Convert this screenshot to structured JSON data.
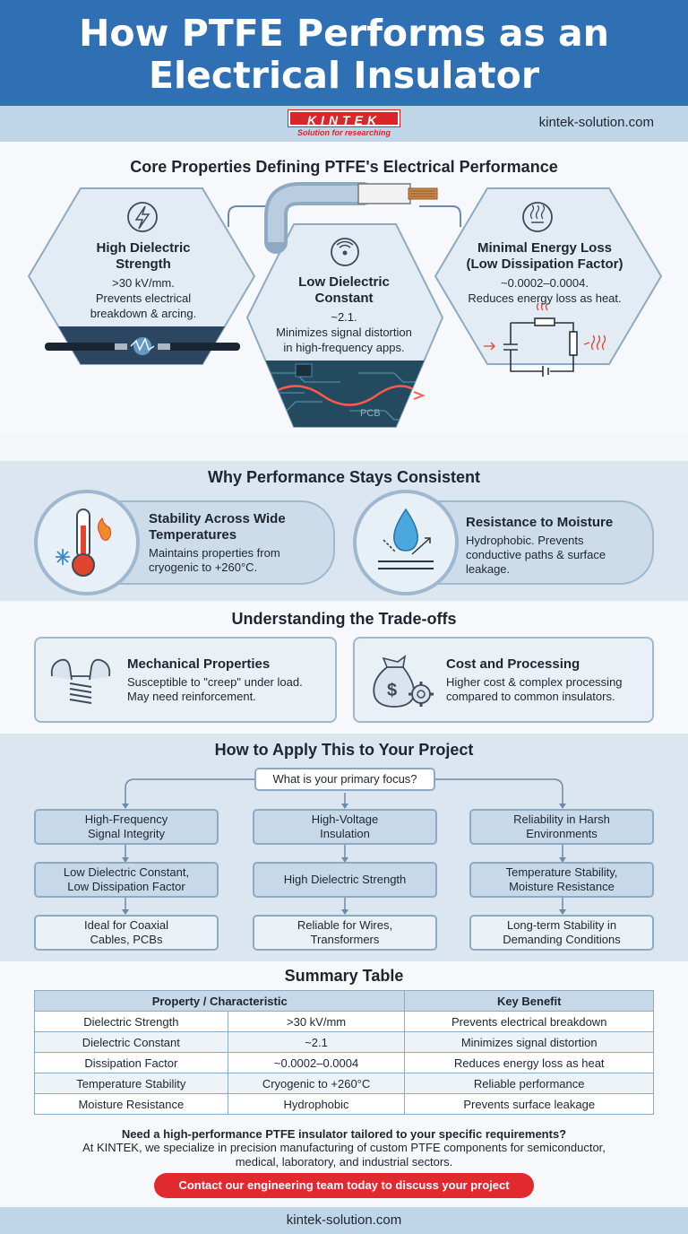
{
  "header": {
    "title_line1": "How PTFE Performs as an",
    "title_line2": "Electrical Insulator",
    "logo_text": "KINTEK",
    "logo_tagline": "Solution for researching",
    "site": "kintek-solution.com"
  },
  "core": {
    "title": "Core Properties Defining PTFE's Electrical Performance",
    "dielectric_strength": {
      "title_l1": "High Dielectric",
      "title_l2": "Strength",
      "value": ">30 kV/mm.",
      "desc_l1": "Prevents electrical",
      "desc_l2": "breakdown & arcing."
    },
    "dielectric_constant": {
      "title_l1": "Low Dielectric",
      "title_l2": "Constant",
      "value": "~2.1.",
      "desc_l1": "Minimizes signal distortion",
      "desc_l2": "in high-frequency apps.",
      "pcb_label": "PCB"
    },
    "energy_loss": {
      "title_l1": "Minimal Energy Loss",
      "title_l2": "(Low Dissipation Factor)",
      "value": "~0.0002–0.0004.",
      "desc": "Reduces energy loss as heat."
    }
  },
  "consistency": {
    "title": "Why Performance Stays Consistent",
    "temperature": {
      "title_l1": "Stability Across Wide",
      "title_l2": "Temperatures",
      "desc_l1": "Maintains properties from",
      "desc_l2": "cryogenic to +260°C."
    },
    "moisture": {
      "title": "Resistance to Moisture",
      "desc_l1": "Hydrophobic. Prevents",
      "desc_l2": "conductive paths & surface",
      "desc_l3": "leakage."
    }
  },
  "tradeoffs": {
    "title": "Understanding the Trade-offs",
    "mechanical": {
      "title": "Mechanical Properties",
      "desc_l1": "Susceptible to \"creep\" under load.",
      "desc_l2": "May need reinforcement."
    },
    "cost": {
      "title": "Cost and Processing",
      "desc_l1": "Higher cost & complex processing",
      "desc_l2": "compared to common insulators."
    }
  },
  "apply": {
    "title": "How to Apply This to Your Project",
    "question": "What is your primary focus?",
    "columns": [
      {
        "focus_l1": "High-Frequency",
        "focus_l2": "Signal Integrity",
        "need_l1": "Low Dielectric Constant,",
        "need_l2": "Low Dissipation Factor",
        "result_l1": "Ideal for Coaxial",
        "result_l2": "Cables, PCBs"
      },
      {
        "focus_l1": "High-Voltage",
        "focus_l2": "Insulation",
        "need_l1": "High Dielectric Strength",
        "need_l2": "",
        "result_l1": "Reliable for Wires,",
        "result_l2": "Transformers"
      },
      {
        "focus_l1": "Reliability in Harsh",
        "focus_l2": "Environments",
        "need_l1": "Temperature Stability,",
        "need_l2": "Moisture Resistance",
        "result_l1": "Long-term Stability in",
        "result_l2": "Demanding Conditions"
      }
    ]
  },
  "summary": {
    "title": "Summary Table",
    "header_property": "Property / Characteristic",
    "header_benefit": "Key Benefit",
    "rows": [
      {
        "property": "Dielectric Strength",
        "value": ">30 kV/mm",
        "benefit": "Prevents electrical breakdown"
      },
      {
        "property": "Dielectric Constant",
        "value": "~2.1",
        "benefit": "Minimizes signal distortion"
      },
      {
        "property": "Dissipation Factor",
        "value": "~0.0002–0.0004",
        "benefit": "Reduces energy loss as heat"
      },
      {
        "property": "Temperature Stability",
        "value": "Cryogenic to +260°C",
        "benefit": "Reliable performance"
      },
      {
        "property": "Moisture Resistance",
        "value": "Hydrophobic",
        "benefit": "Prevents surface leakage"
      }
    ]
  },
  "cta": {
    "question": "Need a high-performance PTFE insulator tailored to your specific requirements?",
    "body_l1": "At KINTEK, we specialize in precision manufacturing of custom PTFE components for semiconductor,",
    "body_l2": "medical, laboratory, and industrial sectors.",
    "button": "Contact our engineering team today to discuss your project"
  },
  "footer": {
    "site": "kintek-solution.com"
  },
  "colors": {
    "header_blue": "#2f6fb3",
    "band_blue": "#bfd6e8",
    "accent_red": "#e02a2f"
  }
}
